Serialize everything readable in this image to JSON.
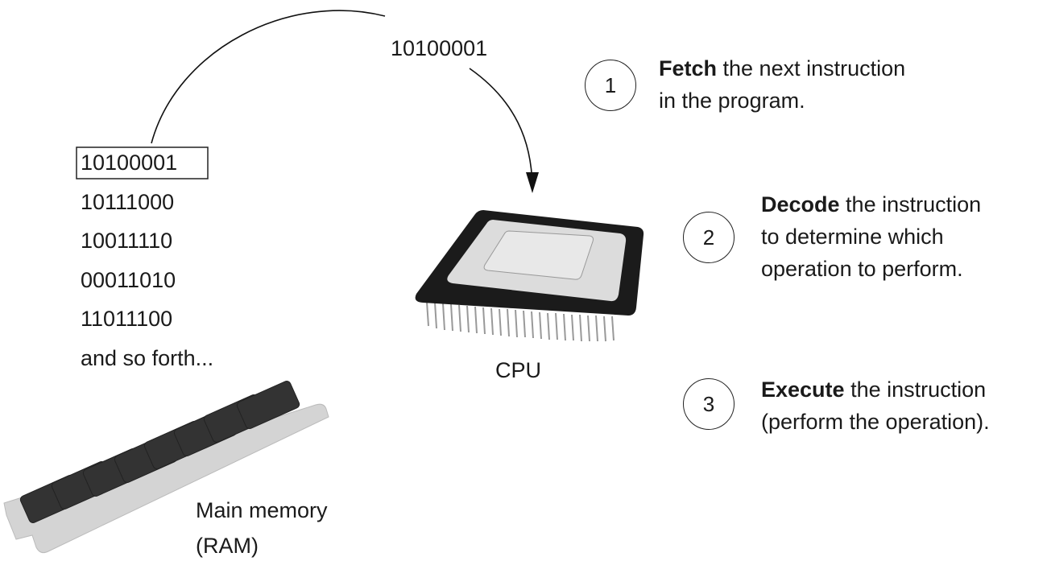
{
  "transfer_label": "10100001",
  "memory": {
    "instructions": [
      "10100001",
      "10111000",
      "10011110",
      "00011010",
      "11011100"
    ],
    "more": "and so forth...",
    "label_line1": "Main memory",
    "label_line2": "(RAM)"
  },
  "cpu_label": "CPU",
  "steps": [
    {
      "number": "1",
      "verb": "Fetch",
      "line1_rest": " the next instruction",
      "line2": "in the program."
    },
    {
      "number": "2",
      "verb": "Decode",
      "line1_rest": " the instruction",
      "line2": "to determine which",
      "line3": "operation to perform."
    },
    {
      "number": "3",
      "verb": "Execute",
      "line1_rest": " the instruction",
      "line2": "(perform the operation)."
    }
  ]
}
